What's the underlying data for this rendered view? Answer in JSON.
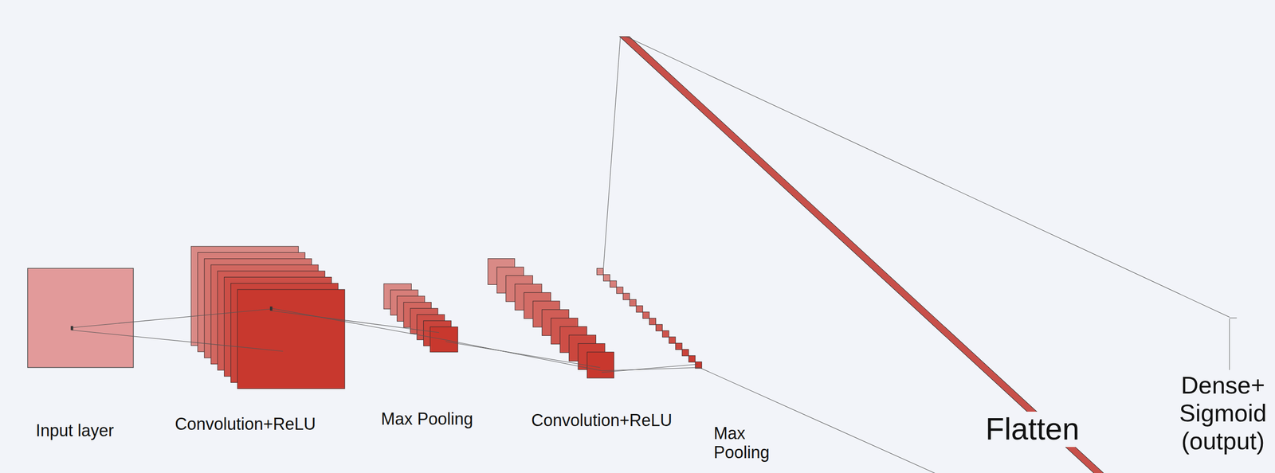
{
  "diagram": {
    "labels": [
      "Input layer",
      "Convolution+ReLU",
      "Max Pooling",
      "Convolution+ReLU",
      "Max Pooling",
      "Flatten",
      "Dense+ Sigmoid (output)"
    ]
  }
}
